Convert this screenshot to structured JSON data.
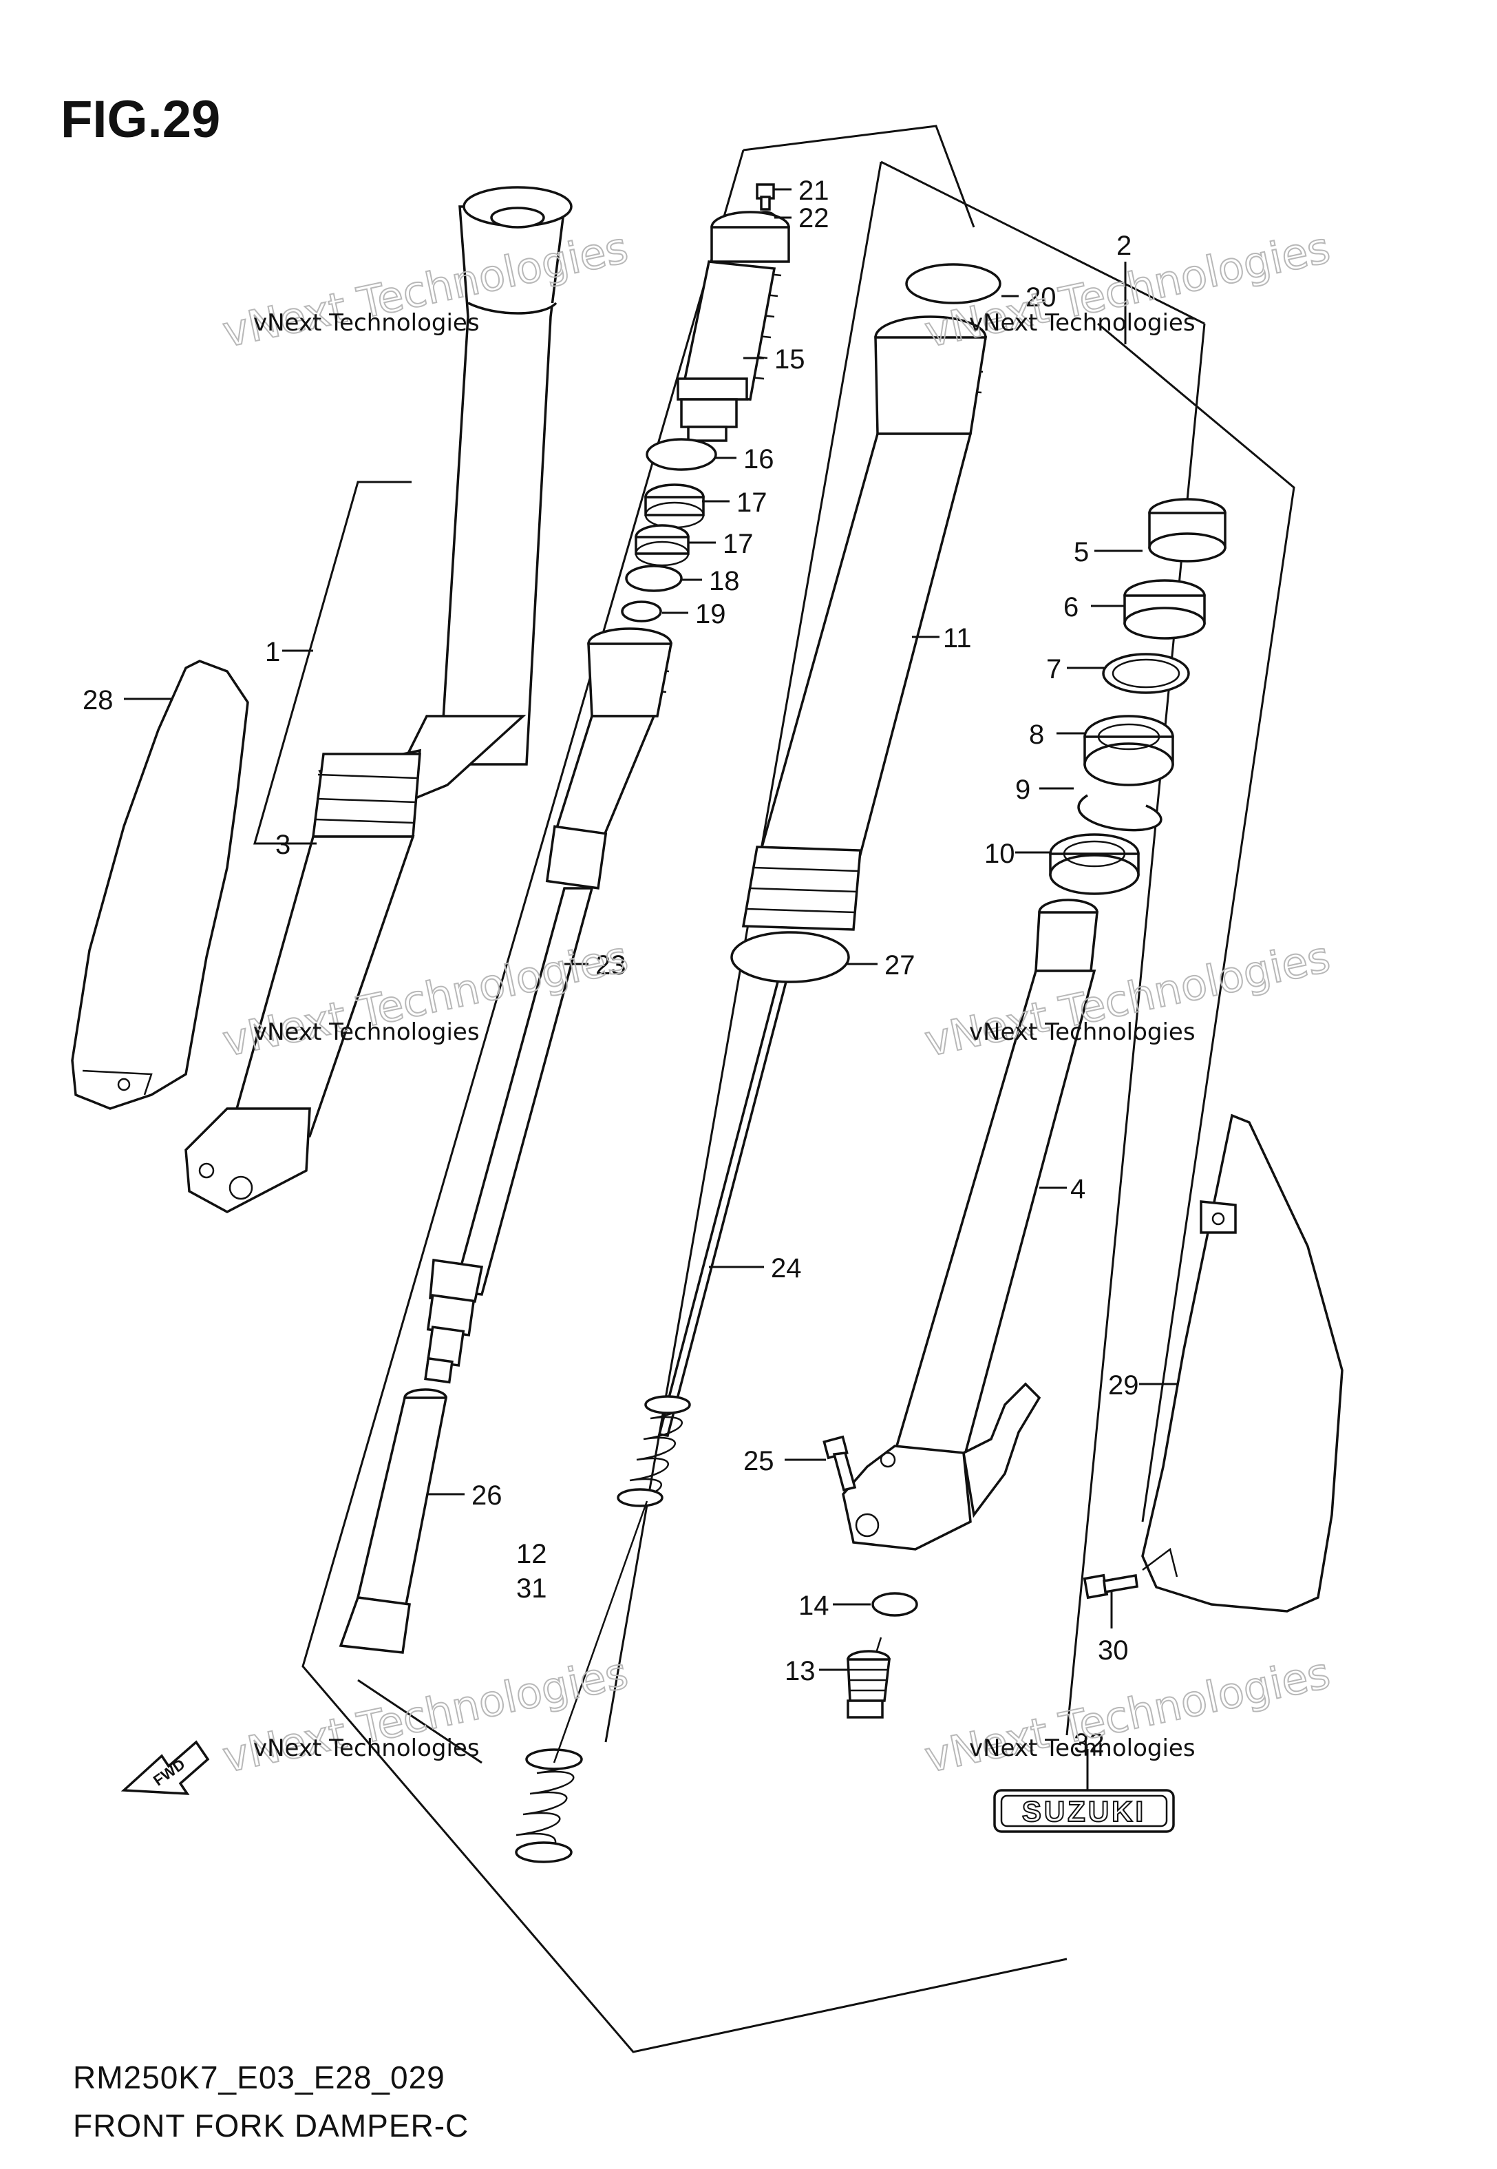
{
  "figure_title": "FIG.29",
  "footer": {
    "model_code": "RM250K7_E03_E28_029",
    "section_name": "FRONT FORK DAMPER-C"
  },
  "watermark": {
    "line1": "vNext Technologies",
    "line2": "vNext Technologies"
  },
  "fwd_label": "FWD",
  "brand_label": "SUZUKI",
  "callouts": [
    "1",
    "2",
    "3",
    "4",
    "5",
    "6",
    "7",
    "8",
    "9",
    "10",
    "11",
    "12",
    "31",
    "13",
    "14",
    "15",
    "16",
    "17",
    "17",
    "18",
    "19",
    "20",
    "21",
    "22",
    "23",
    "24",
    "25",
    "26",
    "27",
    "28",
    "29",
    "30",
    "32"
  ]
}
